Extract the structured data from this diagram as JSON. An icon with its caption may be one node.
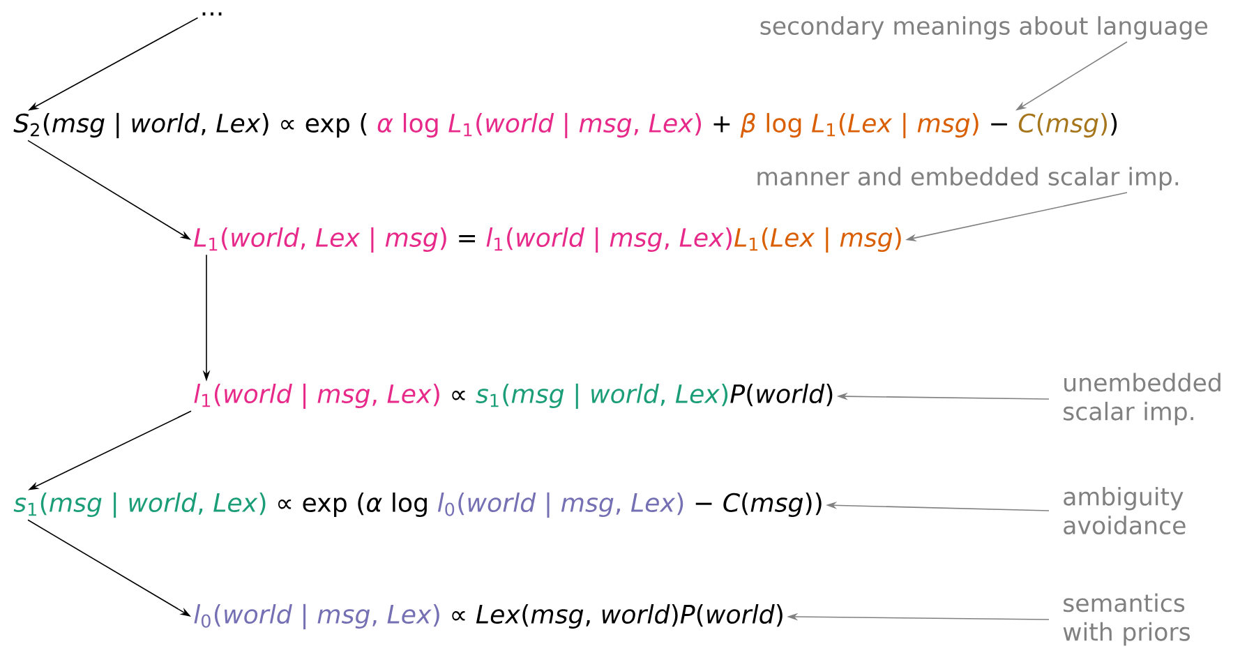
{
  "diagram": {
    "nodes": [
      {
        "text": [
          "..."
        ]
      },
      {
        "text": [
          "*S*$_{2}$(*msg* | *world*, *Lex*) ∝ exp (",
          "*α* log *L*$_{1}$(*world* | *msg*, *Lex*)",
          "+",
          "*β* log *L*$_{1}$(*Lex* | *msg*)",
          "−",
          "*C*(*msg*)",
          ")"
        ]
      },
      {
        "text": [
          "*L*$_{1}$(*world*, *Lex* | *msg*)",
          "=",
          "*l*$_{1}$(*world* | *msg*, *Lex*)",
          "*L*$_{1}$(*Lex* | *msg*)"
        ]
      },
      {
        "text": [
          "*l*$_{1}$(*world* | *msg*, *Lex*)",
          "∝",
          "*s*$_{1}$(*msg* | *world*, *Lex*)",
          "*P*(*world*)"
        ]
      },
      {
        "text": [
          "*s*$_{1}$(*msg* | *world*, *Lex*)",
          "∝ exp (*α* log",
          "*l*$_{0}$(*world* | *msg*, *Lex*)",
          "− *C*(*msg*))"
        ]
      },
      {
        "text": [
          "*l*$_{0}$(*world* | *msg*, *Lex*)",
          "∝ *Lex*(*msg*, *world*)*P*(*world*)"
        ]
      },
      {
        "text": [
          "secondary meanings about language"
        ]
      },
      {
        "text": [
          "manner and embedded scalar imp."
        ]
      },
      {
        "text": [
          "unembedded scalar imp."
        ]
      },
      {
        "text": [
          "ambiguity avoidance"
        ]
      },
      {
        "text": [
          "semantics with priors"
        ]
      }
    ],
    "edges": [
      {
        "from": 0,
        "to": 1,
        "arrow": "to"
      },
      {
        "from": 1,
        "to": 2,
        "arrow": "to"
      },
      {
        "from": 2,
        "to": 3,
        "arrow": "to"
      },
      {
        "from": 3,
        "to": 4,
        "arrow": "to"
      },
      {
        "from": 4,
        "to": 5,
        "arrow": "to"
      },
      {
        "from": 6,
        "to": 1,
        "arrow": "to",
        "color": "#808080"
      },
      {
        "from": 7,
        "to": 2,
        "arrow": "to",
        "color": "#808080"
      },
      {
        "from": 8,
        "to": 3,
        "arrow": "to",
        "color": "#808080"
      },
      {
        "from": 9,
        "to": 4,
        "arrow": "to",
        "color": "#808080"
      },
      {
        "from": 10,
        "to": 5,
        "arrow": "to",
        "color": "#808080"
      }
    ]
  }
}
